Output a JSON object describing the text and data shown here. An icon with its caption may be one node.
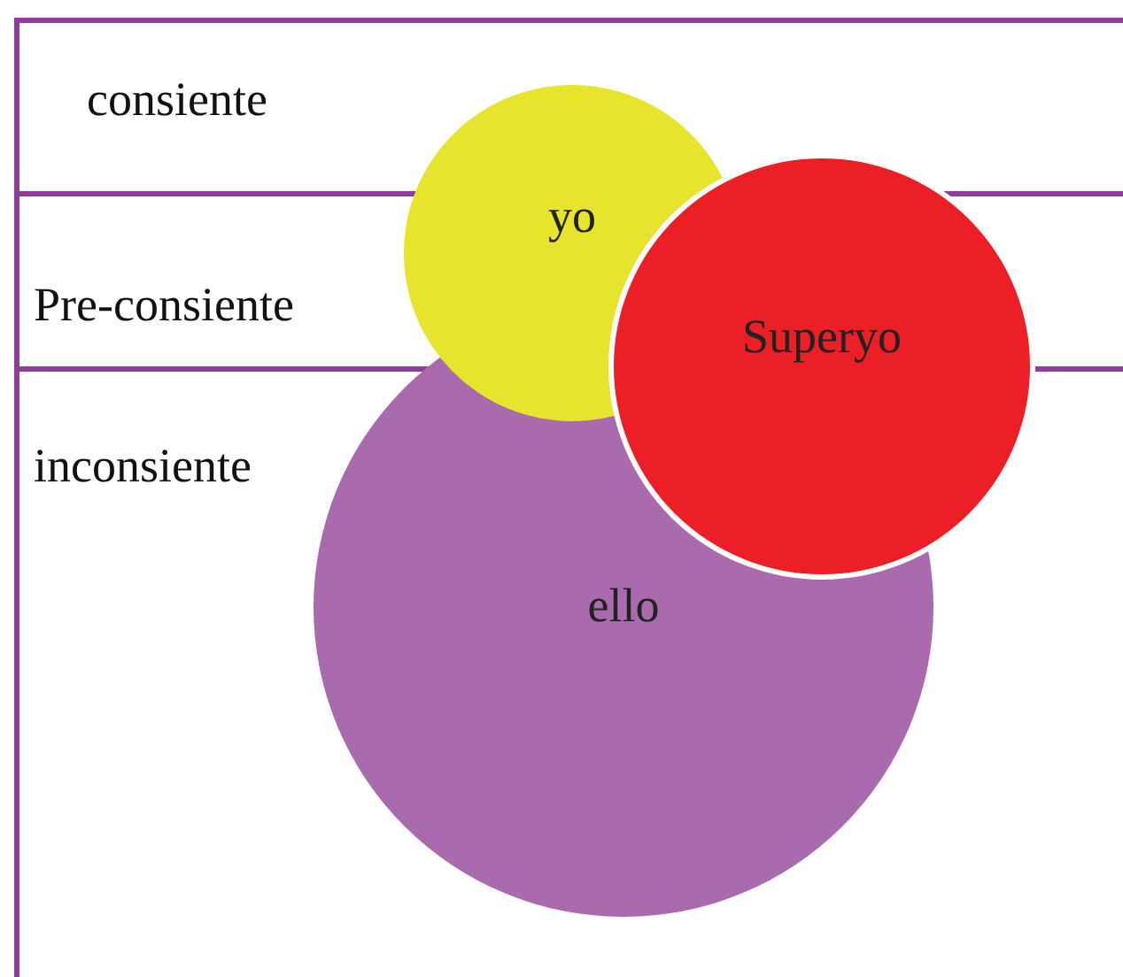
{
  "diagram": {
    "nodes": [
      {
        "text": [
          "consiente"
        ]
      },
      {
        "text": [
          "Pre-consiente"
        ]
      },
      {
        "text": [
          "inconsiente"
        ]
      },
      {
        "text": [
          "ello"
        ]
      },
      {
        "text": [
          "yo"
        ]
      },
      {
        "text": [
          "Superyo"
        ]
      }
    ]
  }
}
